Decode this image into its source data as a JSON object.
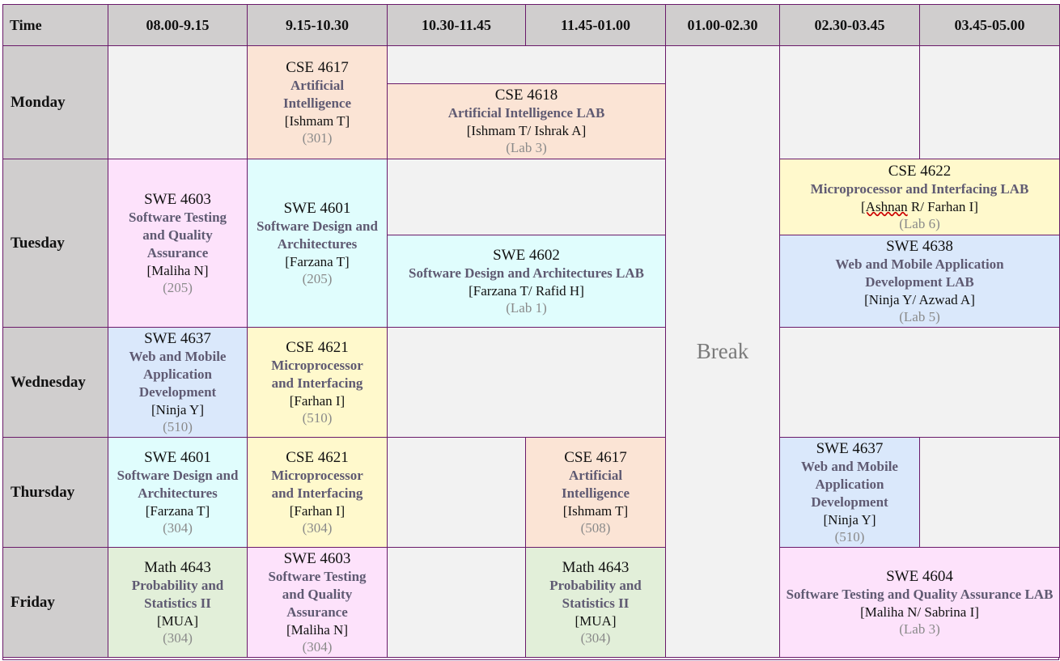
{
  "header": {
    "time": "Time",
    "slots": [
      "08.00-9.15",
      "9.15-10.30",
      "10.30-11.45",
      "11.45-01.00",
      "01.00-02.30",
      "02.30-03.45",
      "03.45-05.00"
    ]
  },
  "days": [
    "Monday",
    "Tuesday",
    "Wednesday",
    "Thursday",
    "Friday"
  ],
  "break_label": "Break",
  "classes": {
    "mon_ai": {
      "code": "CSE 4617",
      "name": "Artificial Intelligence",
      "teacher": "[Ishmam T]",
      "room": "(301)"
    },
    "mon_ai_lab": {
      "code": "CSE 4618",
      "name": "Artificial Intelligence LAB",
      "teacher": "[Ishmam T/ Ishrak A]",
      "room": "(Lab 3)"
    },
    "tue_swe4603": {
      "code": "SWE 4603",
      "name": "Software Testing and Quality Assurance",
      "teacher": "[Maliha N]",
      "room": "(205)"
    },
    "tue_swe4601": {
      "code": "SWE 4601",
      "name": "Software Design and Architectures",
      "teacher": "[Farzana T]",
      "room": "(205)"
    },
    "tue_cse4622": {
      "code": "CSE 4622",
      "name": "Microprocessor and Interfacing LAB",
      "teacher_a": "[Ashnan",
      "teacher_b": " R/ Farhan I]",
      "room": "(Lab 6)"
    },
    "tue_swe4602": {
      "code": "SWE 4602",
      "name": "Software Design and Architectures LAB",
      "teacher": "[Farzana T/ Rafid H]",
      "room": "(Lab 1)"
    },
    "tue_swe4638": {
      "code": "SWE 4638",
      "name": "Web and Mobile Application Development LAB",
      "teacher": "[Ninja Y/ Azwad A]",
      "room": "(Lab 5)"
    },
    "wed_swe4637": {
      "code": "SWE 4637",
      "name": "Web and Mobile Application Development",
      "teacher": "[Ninja Y]",
      "room": "(510)"
    },
    "wed_cse4621": {
      "code": "CSE 4621",
      "name": "Microprocessor and Interfacing",
      "teacher": "[Farhan I]",
      "room": "(510)"
    },
    "thu_swe4601": {
      "code": "SWE 4601",
      "name": "Software Design and Architectures",
      "teacher": "[Farzana T]",
      "room": "(304)"
    },
    "thu_cse4621": {
      "code": "CSE 4621",
      "name": "Microprocessor and Interfacing",
      "teacher": "[Farhan I]",
      "room": "(304)"
    },
    "thu_cse4617": {
      "code": "CSE 4617",
      "name": "Artificial Intelligence",
      "teacher": "[Ishmam T]",
      "room": "(508)"
    },
    "thu_swe4637": {
      "code": "SWE 4637",
      "name": "Web and Mobile Application Development",
      "teacher": "[Ninja Y]",
      "room": "(510)"
    },
    "fri_math_a": {
      "code": "Math 4643",
      "name": "Probability and Statistics II",
      "teacher": "[MUA]",
      "room": "(304)"
    },
    "fri_swe4603": {
      "code": "SWE 4603",
      "name": "Software Testing and Quality Assurance",
      "teacher": "[Maliha N]",
      "room": "(304)"
    },
    "fri_math_b": {
      "code": "Math 4643",
      "name": "Probability and Statistics II",
      "teacher": "[MUA]",
      "room": "(304)"
    },
    "fri_swe4604": {
      "code": "SWE 4604",
      "name": "Software Testing and Quality Assurance LAB",
      "teacher": "[Maliha N/ Sabrina I]",
      "room": "(Lab 3)"
    }
  },
  "colors": {
    "header_bg": "#d0cece",
    "empty_bg": "#f2f2f2",
    "border": "#6a1a6a",
    "peach": "#fbe4d5",
    "cyan": "#e0fdfd",
    "magenta": "#fde2fb",
    "blue": "#dae8fb",
    "yellow": "#fff9cc",
    "green": "#e2efd9"
  }
}
